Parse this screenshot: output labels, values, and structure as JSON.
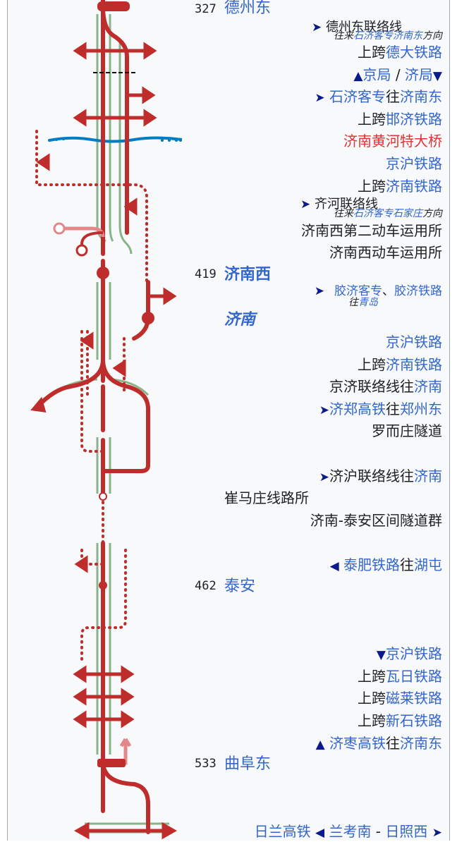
{
  "stations": [
    {
      "km": "327",
      "name": "德州东"
    },
    {
      "km": "419",
      "name": "济南西"
    },
    {
      "km": "",
      "name": "济南"
    },
    {
      "km": "462",
      "name": "泰安"
    },
    {
      "km": "533",
      "name": "曲阜东"
    }
  ],
  "rows": {
    "dezhoudong_link": "德州东联络线",
    "dezhoudong_link_sub_pre": "往来",
    "dezhoudong_link_sub_l1": "石济客专",
    "dezhoudong_link_sub_l2": "济南东",
    "dezhoudong_link_sub_post": "方向",
    "shangkua": "上跨",
    "deda": "德大铁路",
    "jingju": "京局",
    "slash": " / ",
    "jiju": "济局",
    "shiji": "石济客专",
    "wang": "往",
    "jinandong": "济南东",
    "hanji": "邯济铁路",
    "huanghe_bridge": "济南黄河特大桥",
    "jinghu": "京沪铁路",
    "jinan_rail": "济南铁路",
    "qihe_link": "齐河联络线",
    "qihe_sub_pre": "往来",
    "qihe_sub_l1": "石济客专",
    "qihe_sub_l2": "石家庄",
    "qihe_sub_post": "方向",
    "depot2": "济南西第二动车运用所",
    "depot1": "济南西动车运用所",
    "jiaoji_pdl": "胶济客专",
    "dunhao": "、",
    "jiaoji_rail": "胶济铁路",
    "jiaoji_sub_pre": "往",
    "qingdao": "青岛",
    "jingji_link": "京济联络线",
    "jinan": "济南",
    "jizheng": "济郑高铁",
    "zhengzhoudong": "郑州东",
    "luoerzhuang": "罗而庄隧道",
    "jihu_link": "济沪联络线",
    "cuimazhuang": "崔马庄线路所",
    "tunnels": "济南-泰安区间隧道群",
    "taifei": "泰肥铁路",
    "hutun": "湖屯",
    "wari": "瓦日铁路",
    "cilai": "磁莱铁路",
    "xinshi": "新石铁路",
    "jizao": "济枣高铁",
    "rilan": "日兰高铁",
    "lankaonan": "兰考南",
    "dash": " - ",
    "rizhaoxi": "日照西"
  },
  "icons": [
    "arrow-left",
    "arrow-right",
    "arrow-up",
    "arrow-down"
  ],
  "colors": {
    "track": "#be2d2c",
    "track_light": "#e3878a",
    "track_side": "#8bb38b",
    "river": "#007cc3",
    "link": "#3366cc",
    "arrow": "#0b1a8a",
    "red_text": "#d33"
  }
}
